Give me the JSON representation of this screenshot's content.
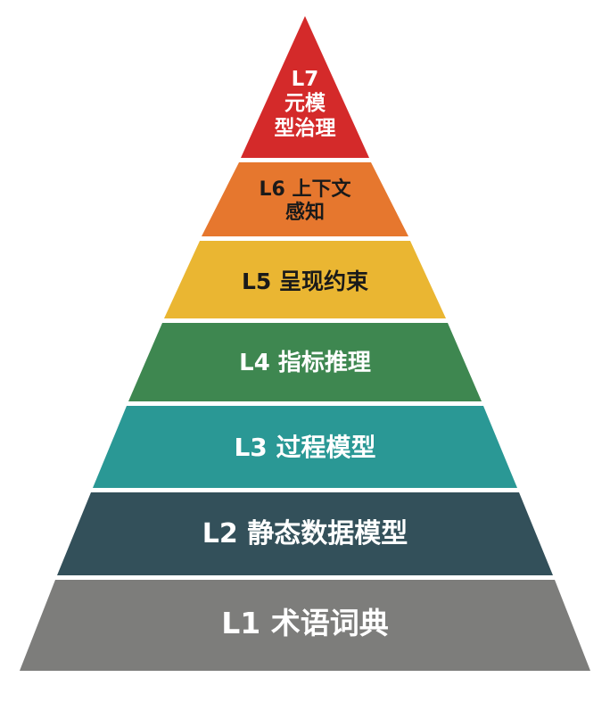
{
  "levels": [
    {
      "id": "l7",
      "lines": [
        "L7",
        "元模",
        "型治理"
      ],
      "color": "#d42a2a"
    },
    {
      "id": "l6",
      "lines": [
        "L6 上下文",
        "感知"
      ],
      "color": "#e6772e"
    },
    {
      "id": "l5",
      "lines": [
        "L5 呈现约束"
      ],
      "color": "#eab632"
    },
    {
      "id": "l4",
      "lines": [
        "L4 指标推理"
      ],
      "color": "#3e8750"
    },
    {
      "id": "l3",
      "lines": [
        "L3 过程模型"
      ],
      "color": "#2a9895"
    },
    {
      "id": "l2",
      "lines": [
        "L2 静态数据模型"
      ],
      "color": "#33505a"
    },
    {
      "id": "l1",
      "lines": [
        "L1 术语词典"
      ],
      "color": "#7d7d7b"
    }
  ]
}
